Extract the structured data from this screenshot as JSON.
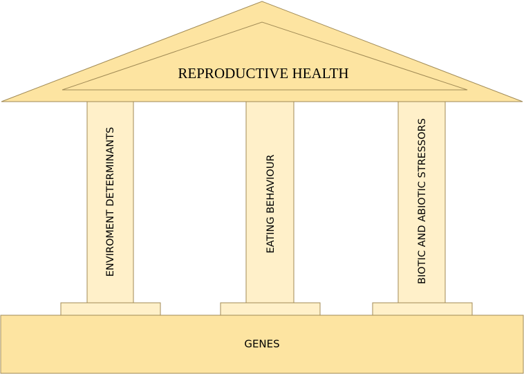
{
  "roof": {
    "label": "REPRODUCTIVE HEALTH"
  },
  "pillars": [
    {
      "label": "ENVIROMENT DETERMINANTS"
    },
    {
      "label": "EATING BEHAVIOUR"
    },
    {
      "label": "BIOTIC AND ABIOTIC STRESSORS"
    }
  ],
  "base": {
    "label": "GENES"
  },
  "colors": {
    "roof_fill": "#fde4a1",
    "pillar_fill": "#fff0c9",
    "base_fill": "#fde4a1",
    "stroke": "#a08a55",
    "text": "#000000"
  }
}
